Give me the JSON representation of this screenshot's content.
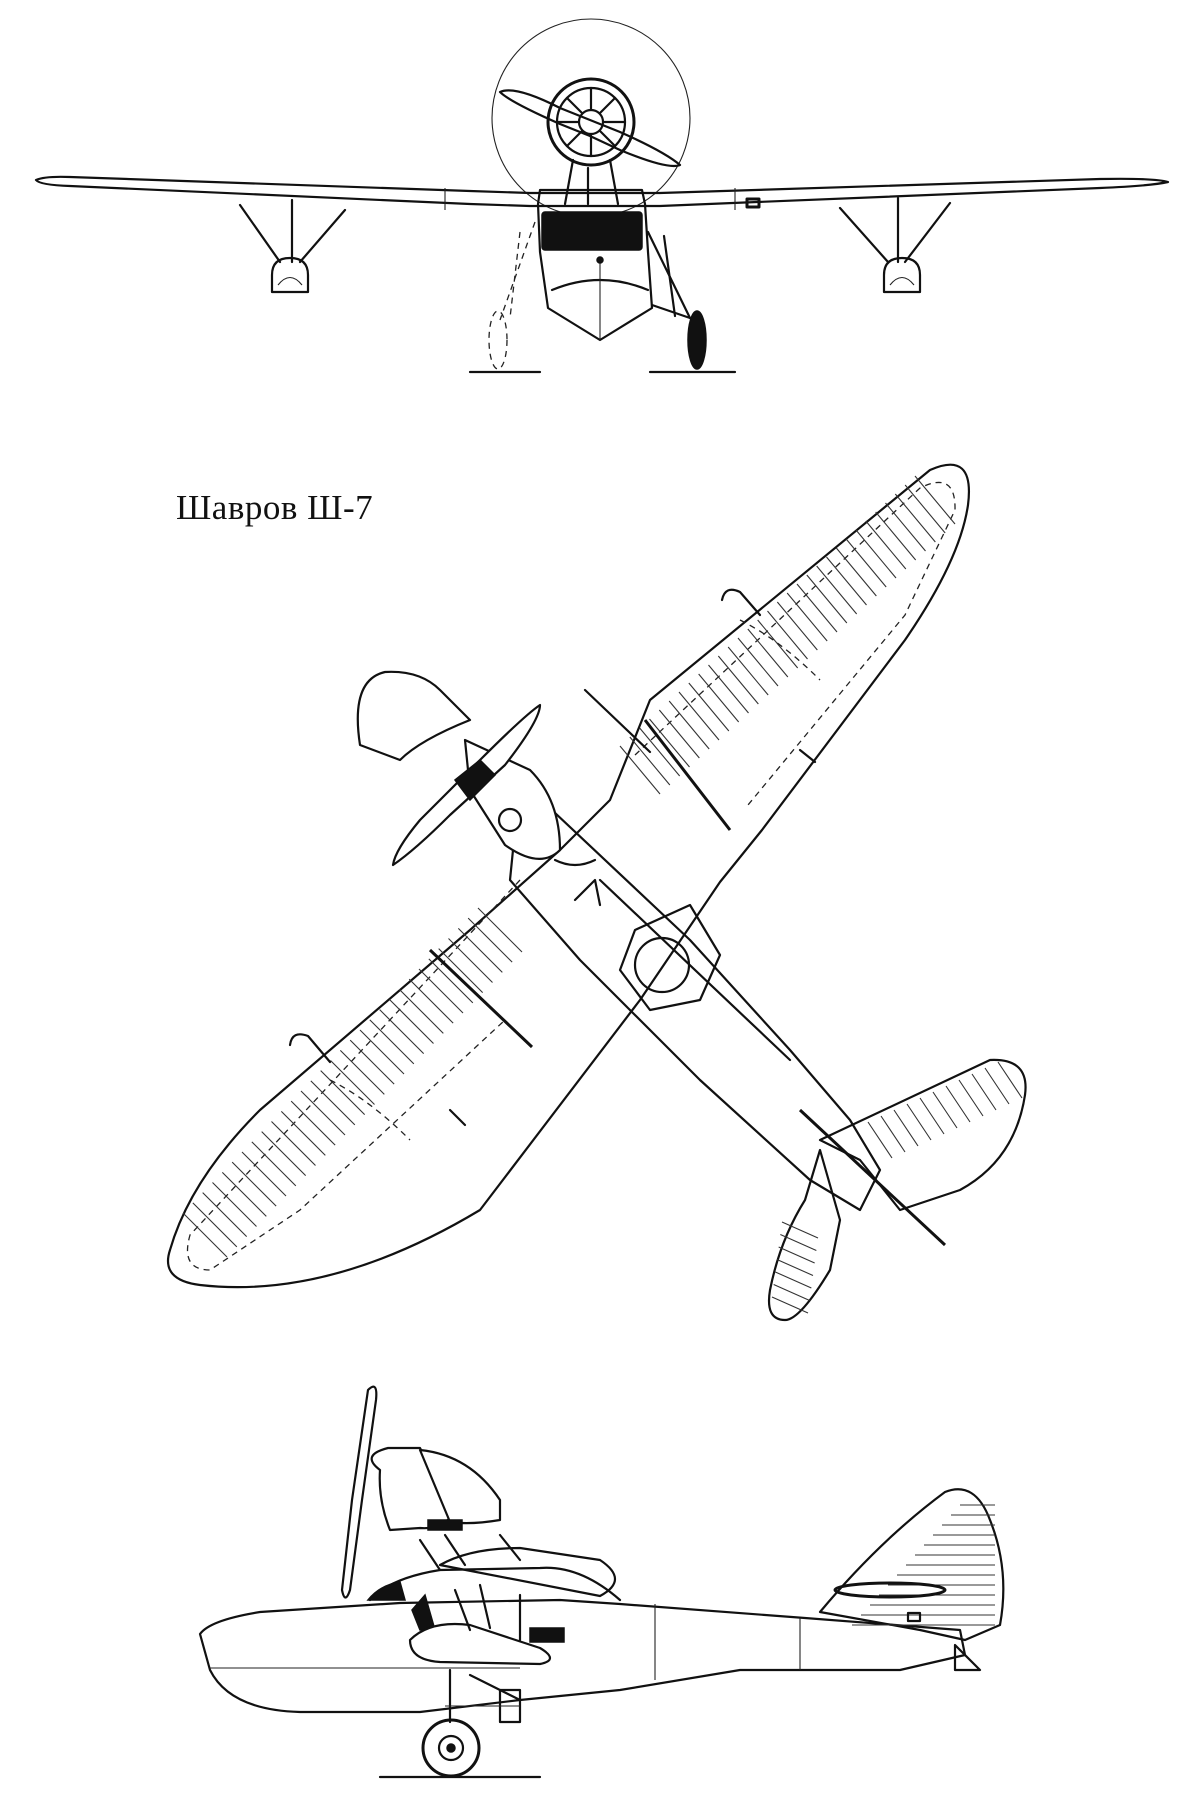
{
  "drawing": {
    "title": "Шавров Ш-7",
    "views": [
      {
        "name": "front-view"
      },
      {
        "name": "top-view"
      },
      {
        "name": "side-view"
      }
    ],
    "colors": {
      "line": "#111111",
      "background": "#ffffff"
    }
  }
}
